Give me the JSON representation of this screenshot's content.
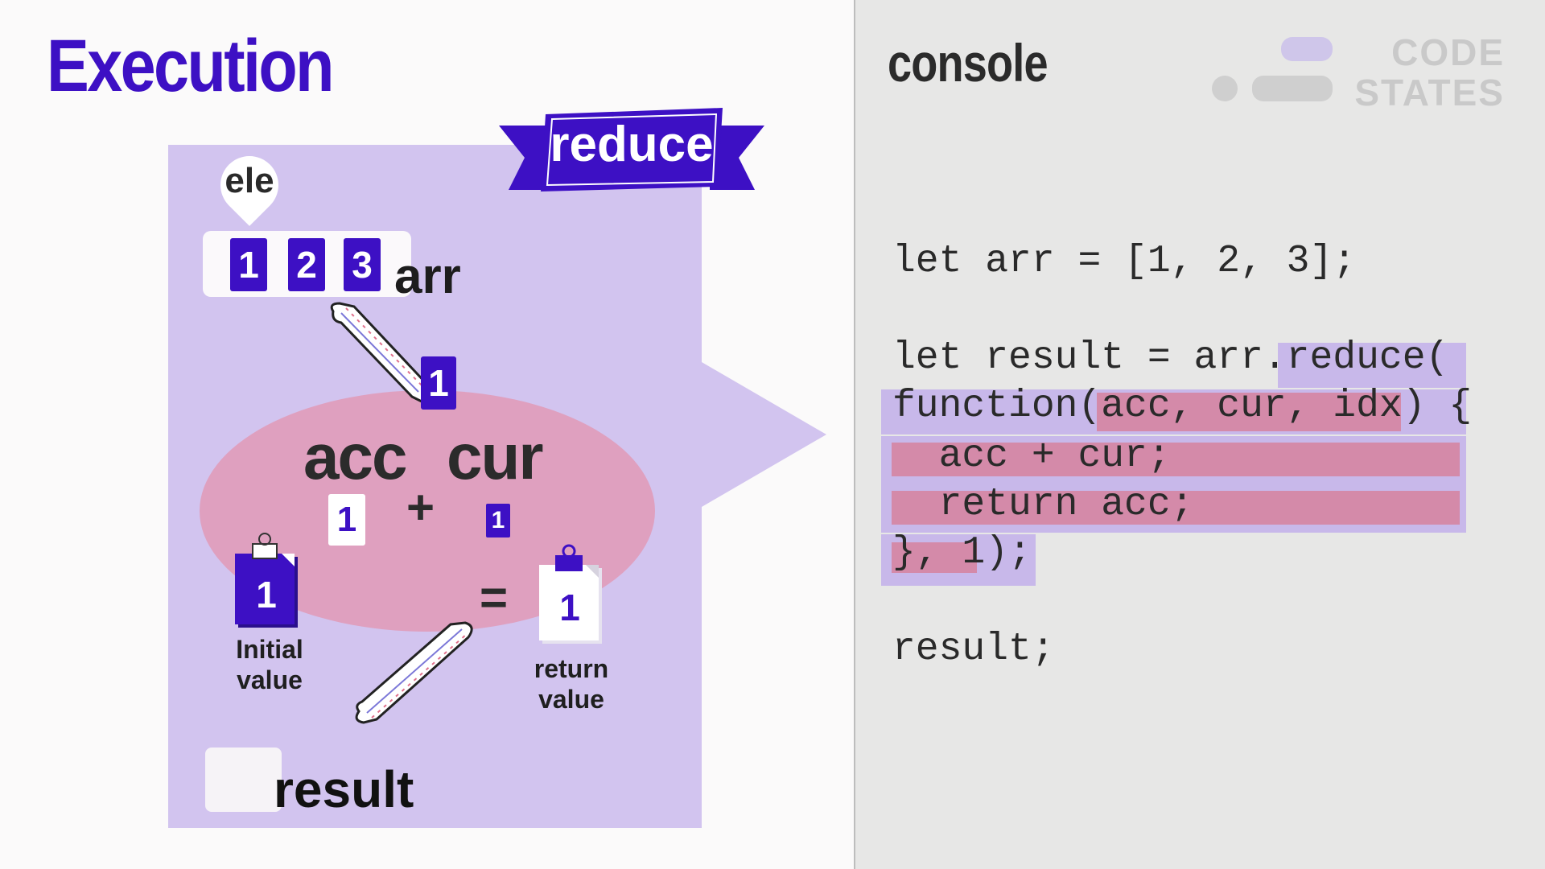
{
  "execution_title": "Execution",
  "console_title": "console",
  "ribbon_label": "reduce",
  "ele_label": "ele",
  "arr_label": "arr",
  "arr_values": [
    "1",
    "2",
    "3"
  ],
  "moving_value": "1",
  "acc_label": "acc",
  "cur_label": "cur",
  "acc_value": "1",
  "cur_value": "1",
  "plus": "+",
  "equals": "=",
  "initial_value": {
    "value": "1",
    "caption_line1": "Initial",
    "caption_line2": "value"
  },
  "return_value": {
    "value": "1",
    "caption_line1": "return",
    "caption_line2": "value"
  },
  "result_label": "result",
  "logo": {
    "line1": "CODE",
    "line2": "STATES"
  },
  "code": {
    "line1": "let arr = [1, 2, 3];",
    "line2": "let result = arr.reduce(",
    "line3": "function(acc, cur, idx) {",
    "line4": "  acc + cur;",
    "line5": "  return acc;",
    "line6": "}, 1);",
    "line7": "result;"
  },
  "colors": {
    "accent": "#3d10c4",
    "panel": "#d2c4ef",
    "ellipse": "#dfa0bf",
    "highlight_purple": "#c8b8ea",
    "highlight_pink": "#d48aa9"
  }
}
